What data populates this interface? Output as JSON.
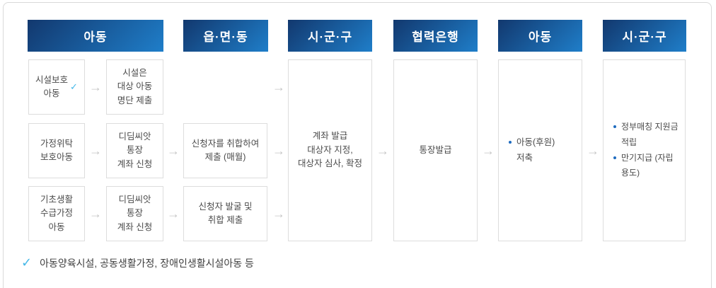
{
  "colors": {
    "header_gradient_start": "#12386e",
    "header_gradient_end": "#1f7ec9",
    "arrow": "#c6c6c6",
    "check": "#45b8e8",
    "bullet": "#1e6bbf",
    "box_border": "#dddddd",
    "body_text": "#4b4b4b"
  },
  "arrow_glyph": "→",
  "columns": [
    {
      "header": "아동"
    },
    {
      "header": "읍·면·동"
    },
    {
      "header": "시·군·구"
    },
    {
      "header": "협력은행"
    },
    {
      "header": "아동"
    },
    {
      "header": "시·군·구"
    }
  ],
  "flow": {
    "facility_child": "시설보호\n아동",
    "facility_child_check": "✓",
    "facility_list_submit": "시설은\n대상 아동\n명단 제출",
    "foster_child": "가정위탁\n보호아동",
    "didim_account_apply_1": "디딤씨앗\n통장\n계좌 신청",
    "basic_living_child": "기초생활\n수급가정\n아동",
    "didim_account_apply_2": "디딤씨앗\n통장\n계좌 신청",
    "collect_submit_monthly": "신청자를 취합하여\n제출 (매월)",
    "find_collect_submit": "신청자 발굴 및\n취합 제출",
    "account_issue_review": "계좌 발급\n대상자 지정,\n대상자 심사, 확정",
    "passbook_issue": "통장발급",
    "child_sponsor_saving": "아동(후원)\n저축",
    "sgg_items": [
      "정부매칭 지원금 적립",
      "만기지급 (자립용도)"
    ]
  },
  "footnote": {
    "check": "✓",
    "text": "아동양육시설, 공동생활가정, 장애인생활시설아동 등"
  }
}
